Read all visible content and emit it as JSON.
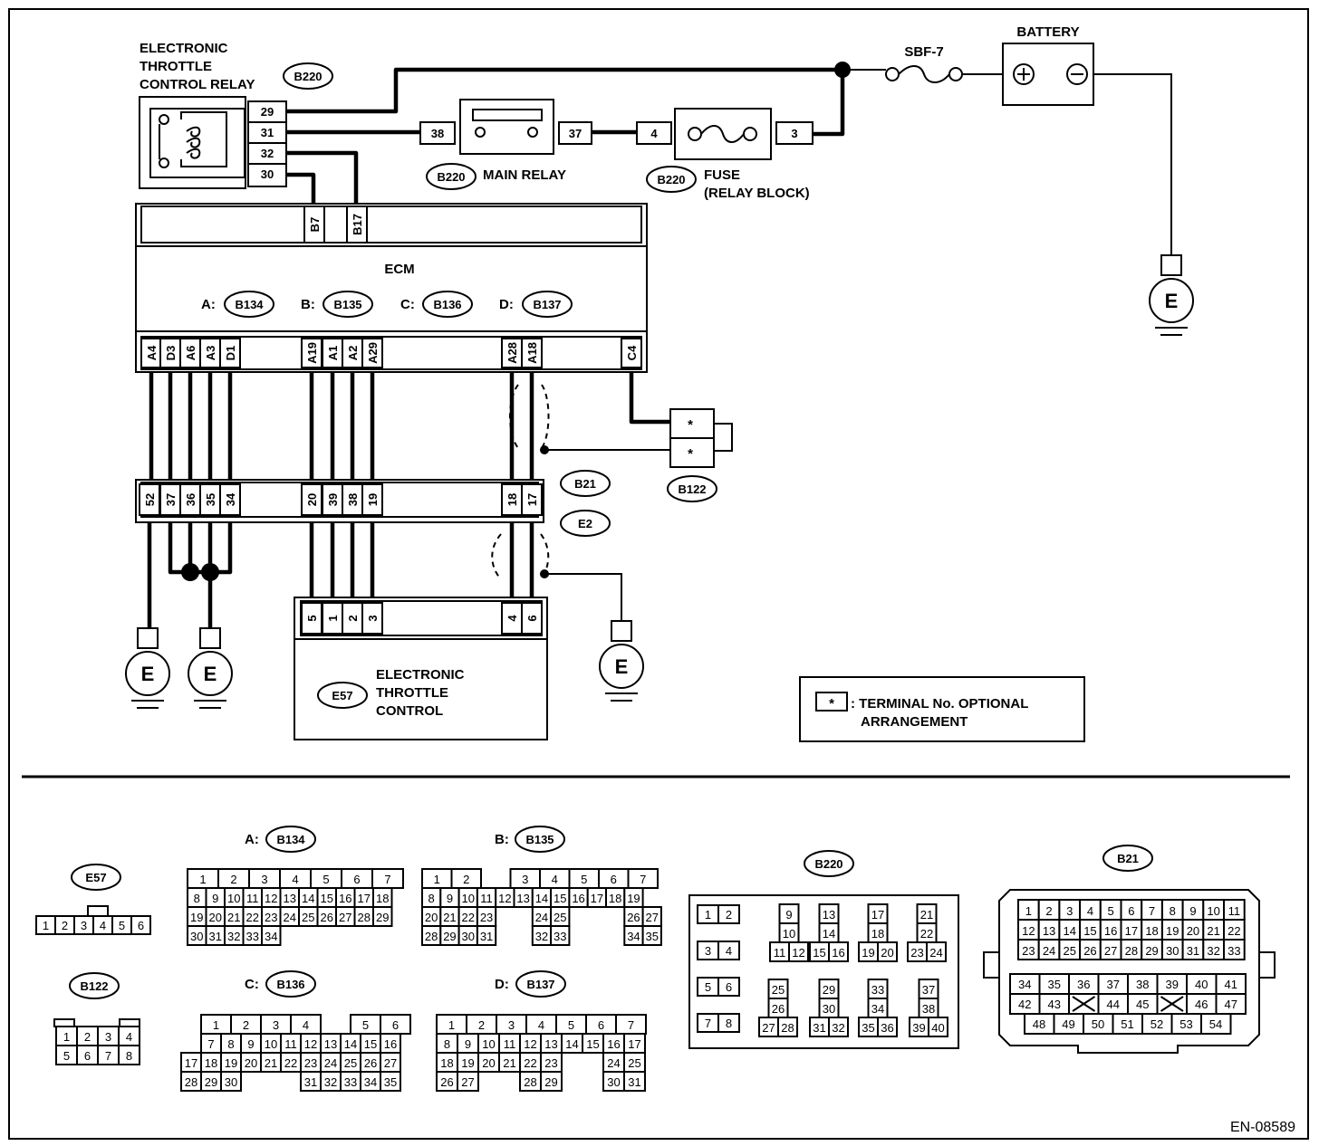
{
  "doc_id": "EN-08589",
  "relay": {
    "title": [
      "ELECTRONIC",
      "THROTTLE",
      "CONTROL RELAY"
    ],
    "conn": "B220",
    "pins": [
      "29",
      "31",
      "32",
      "30"
    ]
  },
  "main_relay": {
    "label": "MAIN RELAY",
    "conn": "B220",
    "pins": [
      "38",
      "37"
    ]
  },
  "fuse": {
    "label": [
      "FUSE",
      "(RELAY BLOCK)"
    ],
    "conn": "B220",
    "pins": [
      "4",
      "3"
    ]
  },
  "sbf": "SBF-7",
  "battery": {
    "label": "BATTERY",
    "pos": "⊕",
    "neg": "⊖"
  },
  "ground": "E",
  "ecm": {
    "title": "ECM",
    "conns": [
      {
        "prefix": "A:",
        "id": "B134"
      },
      {
        "prefix": "B:",
        "id": "B135"
      },
      {
        "prefix": "C:",
        "id": "B136"
      },
      {
        "prefix": "D:",
        "id": "B137"
      }
    ],
    "top_pins": [
      "B7",
      "B17"
    ],
    "bottom_pins": [
      "A4",
      "D3",
      "A6",
      "A3",
      "D1",
      "A19",
      "A1",
      "A2",
      "A29",
      "A28",
      "A18",
      "C4"
    ]
  },
  "b21_e2": {
    "conn_top": "B21",
    "conn_bottom": "E2",
    "pins": [
      "52",
      "37",
      "36",
      "35",
      "34",
      "20",
      "39",
      "38",
      "19",
      "18",
      "17"
    ]
  },
  "b122": {
    "conn": "B122",
    "pins": [
      "*",
      "*"
    ]
  },
  "etc": {
    "title": [
      "ELECTRONIC",
      "THROTTLE",
      "CONTROL"
    ],
    "conn": "E57",
    "pins": [
      "5",
      "1",
      "2",
      "3",
      "4",
      "6"
    ]
  },
  "legend": {
    "symbol": "*",
    "text": [
      ": TERMINAL No. OPTIONAL",
      "ARRANGEMENT"
    ]
  },
  "tables": {
    "e57": {
      "id": "E57",
      "rows": [
        [
          "1",
          "2",
          "3",
          "4",
          "5",
          "6"
        ]
      ]
    },
    "b122": {
      "id": "B122",
      "rows": [
        [
          "1",
          "2",
          "3",
          "4"
        ],
        [
          "5",
          "6",
          "7",
          "8"
        ]
      ]
    },
    "b134": {
      "prefix": "A:",
      "id": "B134"
    },
    "b135": {
      "prefix": "B:",
      "id": "B135"
    },
    "b136": {
      "prefix": "C:",
      "id": "B136"
    },
    "b137": {
      "prefix": "D:",
      "id": "B137"
    },
    "b220": {
      "id": "B220"
    },
    "b21": {
      "id": "B21"
    }
  }
}
